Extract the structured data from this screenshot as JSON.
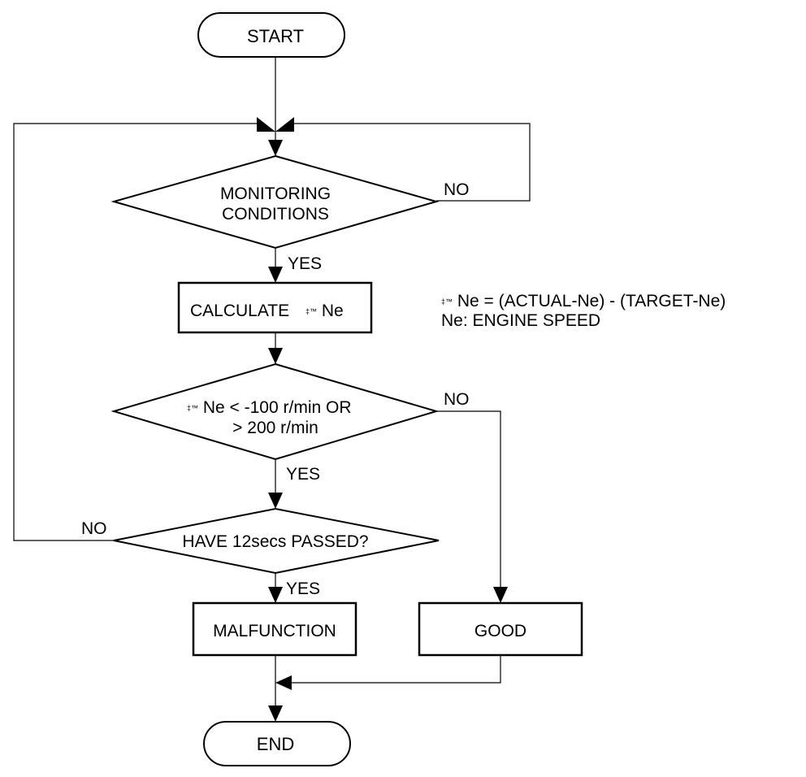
{
  "nodes": {
    "start": "START",
    "monitoring_line1": "MONITORING",
    "monitoring_line2": "CONDITIONS",
    "calculate_text": "CALCULATE",
    "delta_symbol": "‡™",
    "calculate_var": "Ne",
    "threshold_line1_var": "Ne < -100 r/min OR",
    "threshold_line2": "> 200 r/min",
    "timer_question": "HAVE 12secs PASSED?",
    "malfunction": "MALFUNCTION",
    "good": "GOOD",
    "end": "END"
  },
  "branches": {
    "yes": "YES",
    "no": "NO"
  },
  "legend": {
    "formula_rest": "Ne = (ACTUAL-Ne) - (TARGET-Ne)",
    "definition": "Ne: ENGINE SPEED"
  }
}
